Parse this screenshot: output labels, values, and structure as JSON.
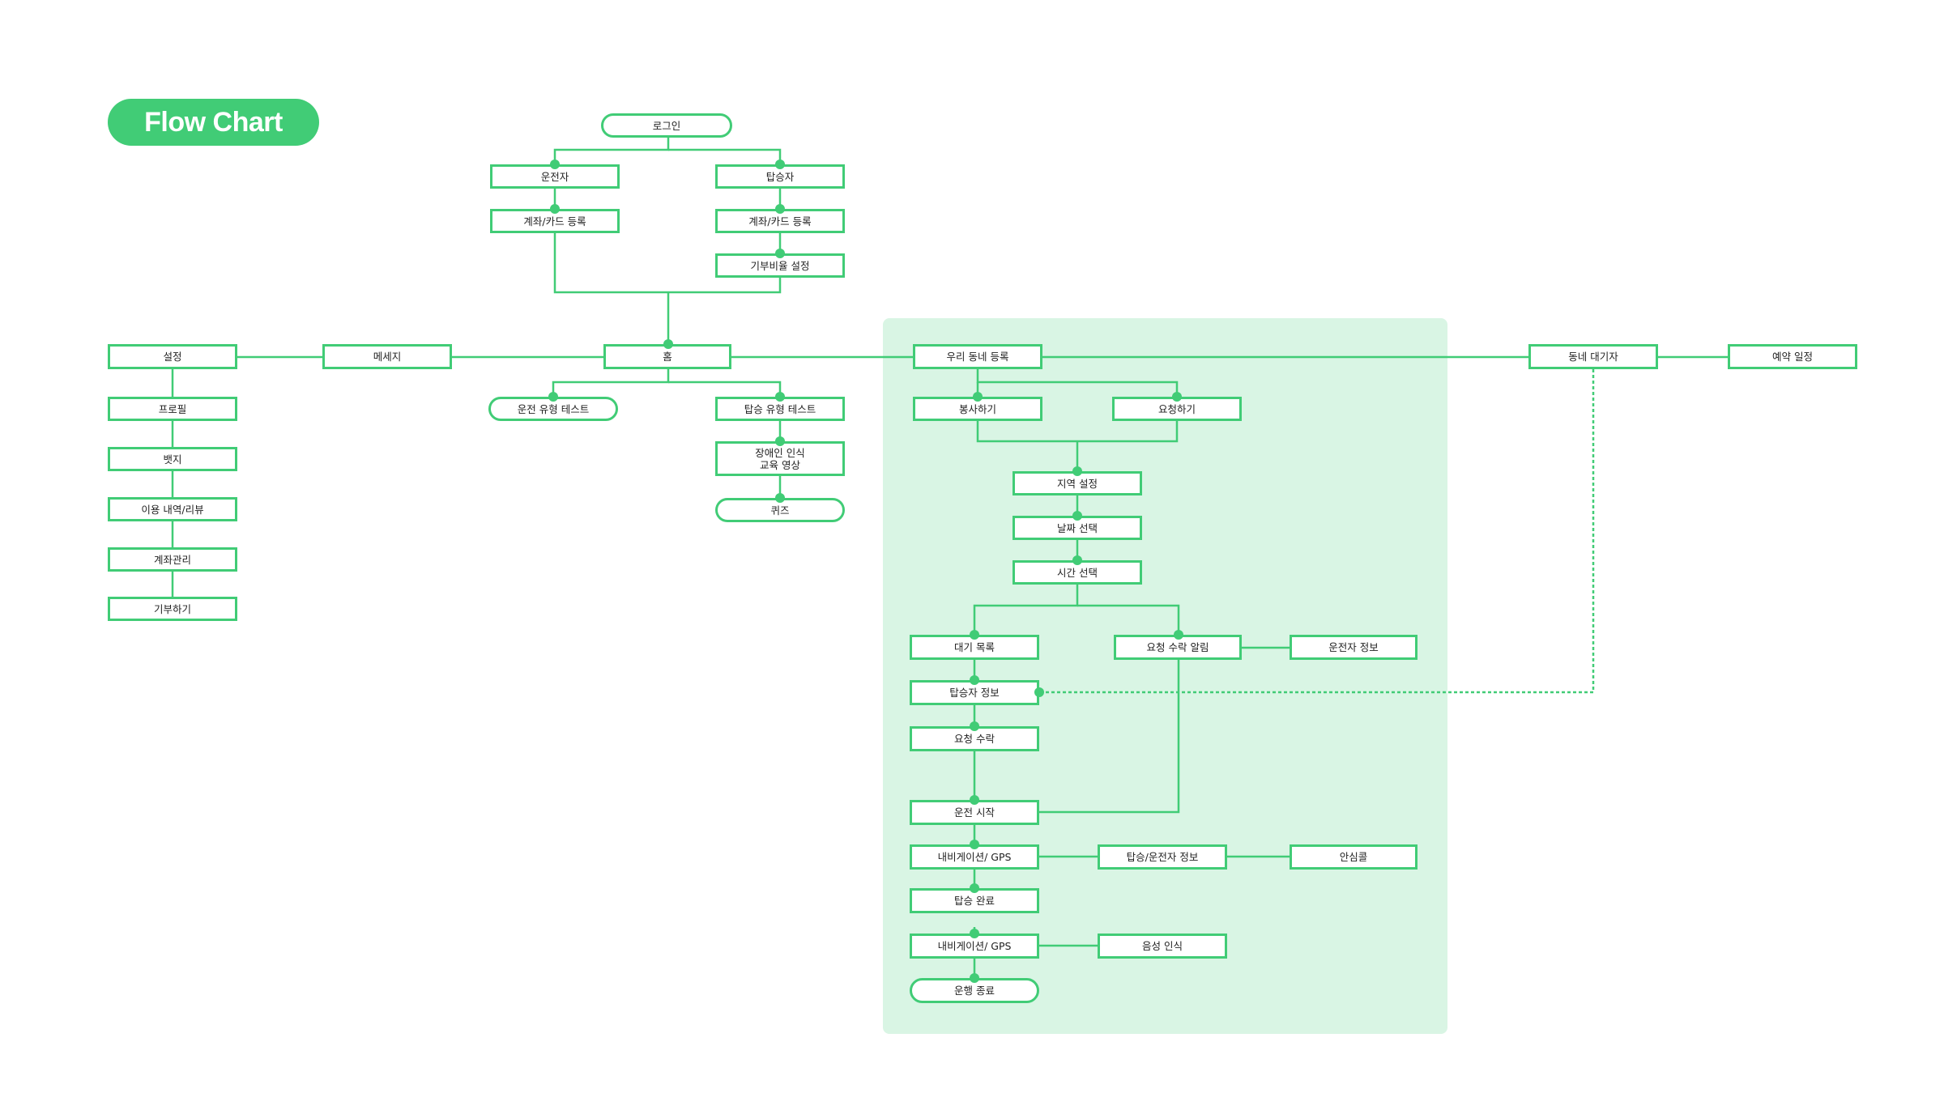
{
  "title": "Flow Chart",
  "colors": {
    "accent": "#41cc76",
    "region": "#d9f5e4",
    "text": "#222222"
  },
  "nodes": {
    "login": "로그인",
    "driver": "운전자",
    "passenger": "탑승자",
    "driver_card": "계좌/카드 등록",
    "passenger_card": "계좌/카드 등록",
    "donation_rate": "기부비율 설정",
    "home": "홈",
    "message": "메세지",
    "settings": "설정",
    "profile": "프로필",
    "badge": "뱃지",
    "history": "이용 내역/리뷰",
    "account": "계좌관리",
    "donate": "기부하기",
    "driving_test": "운전 유형 테스트",
    "boarding_test": "탑승 유형 테스트",
    "disability_video": "장애인 인식\n교육 영상",
    "quiz": "퀴즈",
    "register_area": "우리 동네 등록",
    "volunteer": "봉사하기",
    "request": "요청하기",
    "region_setting": "지역 설정",
    "date_select": "날짜 선택",
    "time_select": "시간 선택",
    "wait_list": "대기 목록",
    "request_accept_alarm": "요청 수락 알림",
    "driver_info": "운전자 정보",
    "passenger_info": "탑승자 정보",
    "accept_request": "요청 수락",
    "drive_start": "운전 시작",
    "navigation1": "내비게이션/ GPS",
    "boarding_driver_info": "탑승/운전자 정보",
    "safe_call": "안심콜",
    "boarding_complete": "탑승 완료",
    "navigation2": "내비게이션/ GPS",
    "voice_recognition": "음성 인식",
    "trip_end": "운행 종료",
    "neighborhood_waiting": "동네 대기자",
    "reservation": "예약 일정"
  }
}
